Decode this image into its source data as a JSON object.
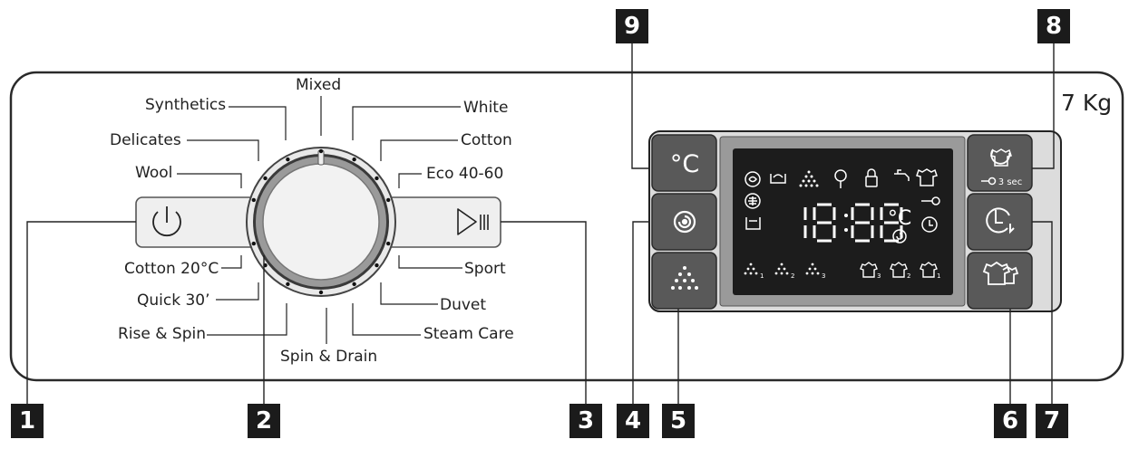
{
  "capacity": "7 Kg",
  "programs": {
    "mixed": "Mixed",
    "synthetics": "Synthetics",
    "delicates": "Delicates",
    "wool": "Wool",
    "white": "White",
    "cotton": "Cotton",
    "eco": "Eco 40-60",
    "cotton20": "Cotton 20°C",
    "quick30": "Quick 30’",
    "rise_spin": "Rise & Spin",
    "spin_drain": "Spin & Drain",
    "sport": "Sport",
    "duvet": "Duvet",
    "steam_care": "Steam Care"
  },
  "callouts": [
    "1",
    "2",
    "3",
    "4",
    "5",
    "6",
    "7",
    "8",
    "9"
  ],
  "display": {
    "digits": "18:88",
    "temp_unit": "°C",
    "key_lock_label": "3 sec",
    "rinse_subscripts": [
      "1",
      "2",
      "3"
    ],
    "soil_subscripts": [
      "3",
      "2",
      "1"
    ]
  },
  "buttons": {
    "temperature": "°C"
  },
  "icons": {
    "power": "power-icon",
    "start_pause": "start-pause-icon",
    "temperature": "temperature-icon",
    "spin": "spin-icon",
    "rinse": "rinse-icon",
    "child_lock": "child-lock-icon",
    "delay_timer": "delay-timer-icon",
    "soil_level": "soil-level-icon"
  }
}
